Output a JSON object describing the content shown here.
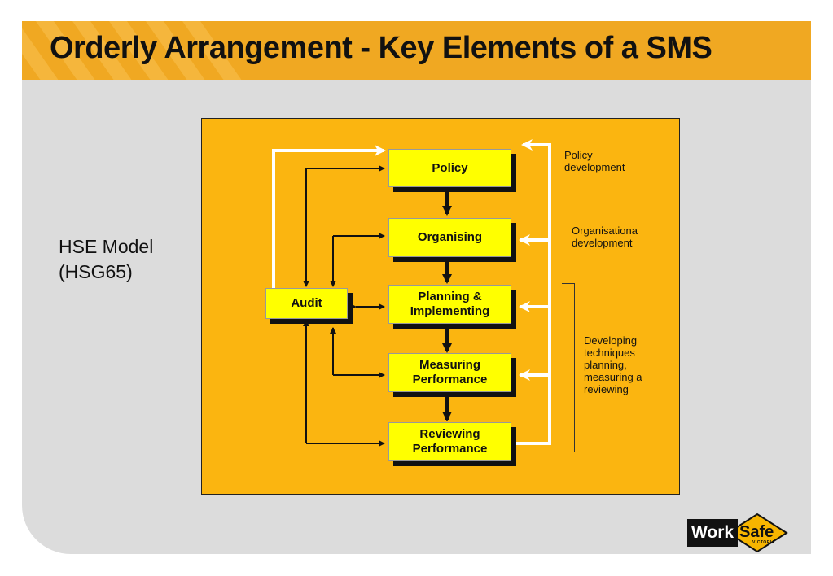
{
  "slide": {
    "title": "Orderly Arrangement - Key Elements of a SMS",
    "side_label_line1": "HSE Model",
    "side_label_line2": "(HSG65)"
  },
  "diagram": {
    "boxes": {
      "policy": "Policy",
      "organising": "Organising",
      "planning_line1": "Planning &",
      "planning_line2": "Implementing",
      "measuring_line1": "Measuring",
      "measuring_line2": "Performance",
      "reviewing_line1": "Reviewing",
      "reviewing_line2": "Performance",
      "audit": "Audit"
    },
    "notes": {
      "policy_line1": "Policy",
      "policy_line2": "development",
      "org_line1": "Organisationa",
      "org_line2": "development",
      "dev_line1": "Developing",
      "dev_line2": "techniques",
      "dev_line3": "planning,",
      "dev_line4": "measuring a",
      "dev_line5": "reviewing"
    },
    "colors": {
      "background": "#fbb510",
      "box": "#ffff00",
      "feedback_arrow": "#ffffff",
      "title_bar": "#f0a822"
    }
  },
  "logo": {
    "work": "Work",
    "safe": "Safe",
    "victoria": "VICTORIA"
  }
}
